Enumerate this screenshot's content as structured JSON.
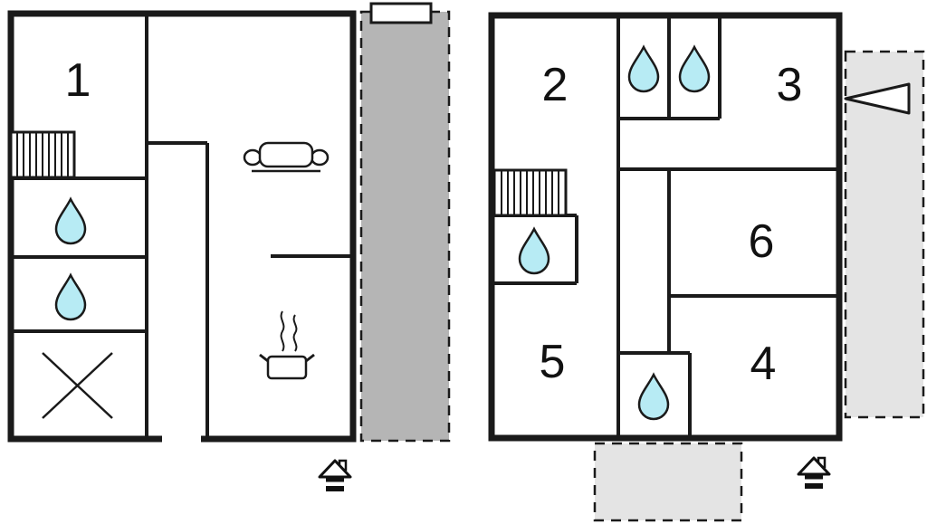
{
  "page": {
    "type": "holiday-home-floor-plan",
    "background": "#ffffff"
  },
  "colors": {
    "wall": "#1a1a1a",
    "drop": "#b7ebf4",
    "drop_stroke": "#1a1a1a",
    "terrace_left": "#b5b5b5",
    "terrace_right": "#e4e4e4",
    "white": "#ffffff",
    "marker_black": "#111111"
  },
  "ground_floor": {
    "rooms": [
      {
        "id": 1,
        "label": "1"
      }
    ],
    "features": [
      "staircase",
      "water-drop",
      "water-drop",
      "cross-mark",
      "sofa",
      "cooking-pot-with-steam",
      "entrance-door-gap",
      "balcony-door",
      "terrace-strip",
      "house-marker"
    ]
  },
  "upper_floor": {
    "rooms": [
      {
        "id": 2,
        "label": "2"
      },
      {
        "id": 3,
        "label": "3"
      },
      {
        "id": 4,
        "label": "4"
      },
      {
        "id": 5,
        "label": "5"
      },
      {
        "id": 6,
        "label": "6"
      }
    ],
    "features": [
      "staircase",
      "water-drop",
      "water-drop",
      "water-drop",
      "water-drop",
      "terrace-strip",
      "bottom-terrace",
      "balcony-arrow",
      "house-marker"
    ]
  }
}
